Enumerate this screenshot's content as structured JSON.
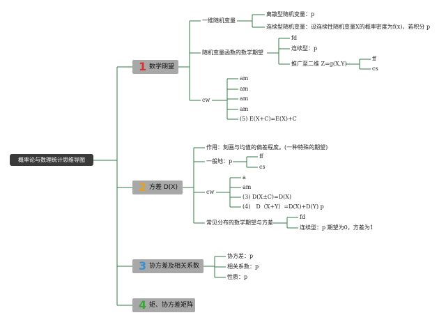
{
  "root": "概率论与数理统计思维导图",
  "topics": [
    {
      "number": "1",
      "label": "数学期望",
      "color": "#d8332c"
    },
    {
      "number": "2",
      "label": "方差 D(X)",
      "color": "#e8a21a"
    },
    {
      "number": "3",
      "label": "协方差及相关系数",
      "color": "#3a8fd1"
    },
    {
      "number": "4",
      "label": "矩、协方差矩阵",
      "color": "#3aa63a"
    }
  ],
  "expectation": {
    "one_dim": "一维随机变量",
    "discrete": "离散型随机变量：p",
    "continuous": "连续型随机变量：设连续性随机变量X的概率密度为f(x)，若积分 p",
    "func": "随机变量函数的数学期望",
    "fd": "fd",
    "cont_p": "连续型：p",
    "extend": "推广至二维 Z=g(X,Y)",
    "ff": "ff",
    "cs": "cs",
    "cw": "cw",
    "am": [
      "am",
      "am",
      "am",
      "am"
    ],
    "prop5": "(5) E(X+C)=E(X)+C"
  },
  "variance": {
    "role": "作用：刻画与均值的偏差程度。(一种特殊的期望)",
    "general": "一般地：p",
    "ff": "ff",
    "cs": "cs",
    "cw": "cw",
    "a": "a",
    "am": "am",
    "prop3": "(3) D(X±C)=D(X)",
    "prop4": "(4)　D（X+Y）=D(X)+D(Y) p",
    "common": "常见分布的数学期望与方差",
    "fd": "fd",
    "cont": "连续型：p 期望为0，方差为1"
  },
  "covariance": {
    "cov": "协方差：p",
    "corr": "相关系数：p",
    "prop": "性质：p"
  }
}
